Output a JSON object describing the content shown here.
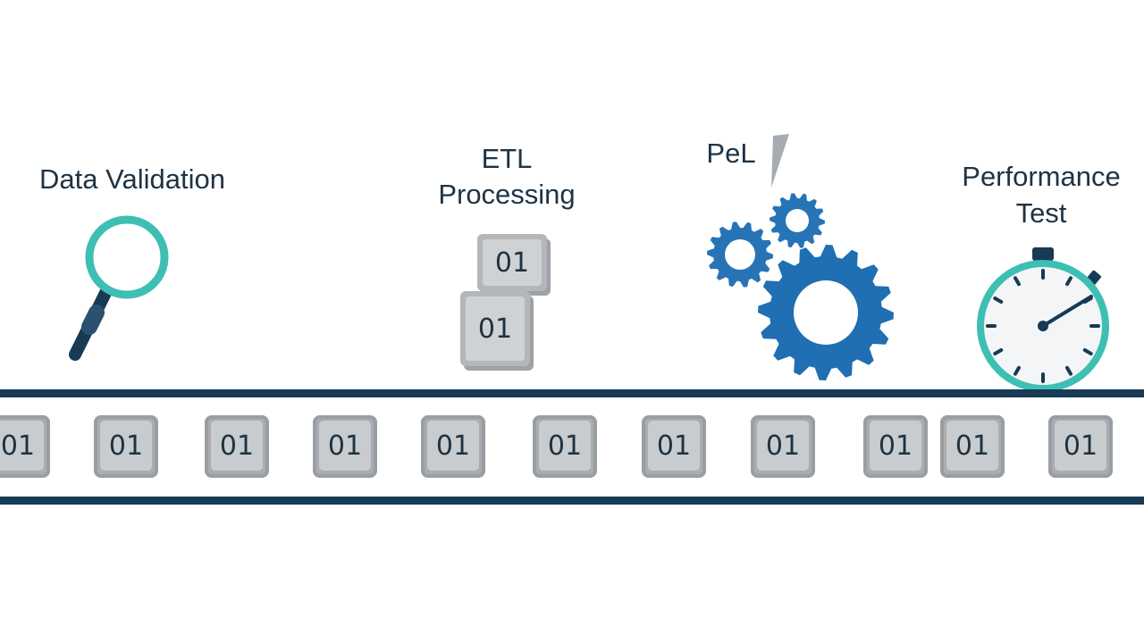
{
  "stages": [
    {
      "id": "data-validation",
      "label": "Data Validation",
      "icon": "magnifier-icon"
    },
    {
      "id": "etl-processing",
      "label_lines": [
        "ETL",
        "Processing"
      ],
      "icon": "data-blocks-icon",
      "block_labels": [
        "01",
        "01"
      ]
    },
    {
      "id": "pel",
      "label": "PeL",
      "icon": "gears-icon"
    },
    {
      "id": "performance-test",
      "label_lines": [
        "Performance",
        "Test"
      ],
      "icon": "stopwatch-icon"
    }
  ],
  "conveyor": {
    "blocks": [
      "01",
      "01",
      "01",
      "01",
      "01",
      "01",
      "01",
      "01",
      "01",
      "01",
      "01"
    ]
  },
  "colors": {
    "rail": "#173a55",
    "teal": "#3dbfb3",
    "gear_blue": "#1f6fb2",
    "block_gray": "#a9adb1",
    "text": "#1e3344"
  }
}
